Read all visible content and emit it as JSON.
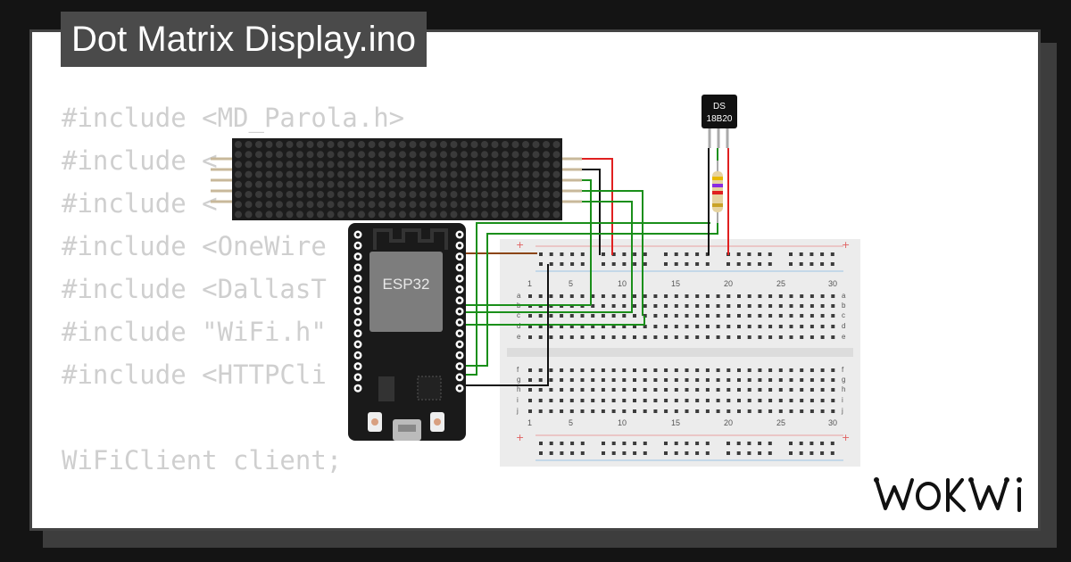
{
  "title": "Dot Matrix Display.ino",
  "code_lines": [
    "#include <MD_Parola.h>",
    "#include <",
    "#include <",
    "#include <OneWire",
    "#include <DallasT",
    "#include \"WiFi.h\"",
    "#include <HTTPCli",
    "",
    "WiFiClient client;"
  ],
  "components": {
    "mcu_label": "ESP32",
    "sensor_label_1": "DS",
    "sensor_label_2": "18B20"
  },
  "breadboard": {
    "column_numbers": [
      "1",
      "5",
      "10",
      "15",
      "20",
      "25",
      "30"
    ],
    "row_letters_top": [
      "a",
      "b",
      "c",
      "d",
      "e"
    ],
    "row_letters_bottom": [
      "f",
      "g",
      "h",
      "i",
      "j"
    ],
    "rail_plus": "+"
  },
  "logo_text": "WOKWI",
  "colors": {
    "wire_green": "#1a8f1a",
    "wire_red": "#e02020",
    "wire_black": "#111111",
    "wire_brown": "#8b4513",
    "matrix_bg": "#1c1c1c",
    "board_bg": "#1a1a1a"
  }
}
